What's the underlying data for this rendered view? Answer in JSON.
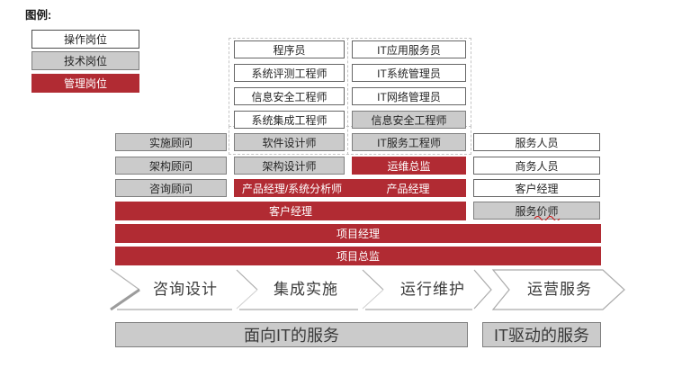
{
  "legend": {
    "title": "图例:",
    "operation": "操作岗位",
    "technical": "技术岗位",
    "management": "管理岗位"
  },
  "consult_column": {
    "implementation": "实施顾问",
    "architecture": "架构顾问",
    "consulting": "咨询顾问"
  },
  "dev_column": {
    "programmer": "程序员",
    "evaluation_engineer": "系统评测工程师",
    "security_engineer": "信息安全工程师",
    "integration_engineer": "系统集成工程师",
    "software_designer": "软件设计师",
    "architecture_designer": "架构设计师"
  },
  "ops_column": {
    "it_app_operator": "IT应用服务员",
    "it_system_admin": "IT系统管理员",
    "it_network_admin": "IT网络管理员",
    "security_engineer": "信息安全工程师",
    "it_service_engineer": "IT服务工程师",
    "ops_director": "运维总监"
  },
  "product_bar": {
    "left": "产品经理/系统分析师",
    "right": "产品经理"
  },
  "service_column": {
    "service_staff": "服务人员",
    "business_staff": "商务人员",
    "account_manager": "客户经理",
    "service_pricer": "服务价师"
  },
  "management_bars": {
    "account_manager": "客户经理",
    "project_manager": "项目经理",
    "project_director": "项目总监"
  },
  "stages": {
    "consult_design": "咨询设计",
    "integration_implementation": "集成实施",
    "operation_maintenance": "运行维护",
    "operation_service": "运营服务"
  },
  "footer": {
    "it_oriented": "面向IT的服务",
    "it_driven": "IT驱动的服务"
  },
  "colors": {
    "management_red": "#B12B33",
    "technical_gray": "#CBCBCB",
    "border_gray": "#7F7F7F",
    "spellcheck_red": "#CC1111"
  }
}
